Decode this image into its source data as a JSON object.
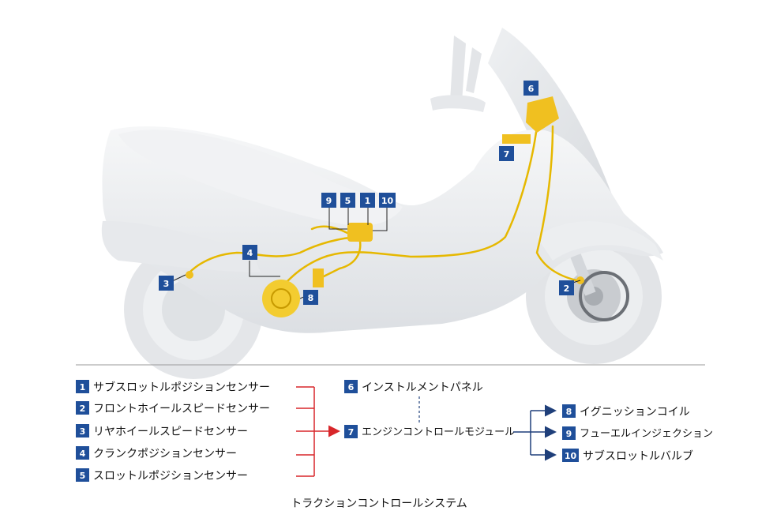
{
  "diagram": {
    "title": "トラクションコントロールシステム",
    "colors": {
      "badge": "#1f4f9a",
      "wire": "#e6b800",
      "arrow_red": "#d8262a",
      "arrow_navy": "#1f3f7a",
      "body": "#e9ebee"
    },
    "sensors": [
      {
        "num": "1",
        "label": "サブスロットルポジションセンサー"
      },
      {
        "num": "2",
        "label": "フロントホイールスピードセンサー"
      },
      {
        "num": "3",
        "label": "リヤホイールスピードセンサー"
      },
      {
        "num": "4",
        "label": "クランクポジションセンサー"
      },
      {
        "num": "5",
        "label": "スロットルポジションセンサー"
      }
    ],
    "panel": {
      "num": "6",
      "label": "インストルメントパネル"
    },
    "ecm": {
      "num": "7",
      "label": "エンジンコントロールモジュール"
    },
    "outputs": [
      {
        "num": "8",
        "label": "イグニッションコイル"
      },
      {
        "num": "9",
        "label": "フューエルインジェクション"
      },
      {
        "num": "10",
        "label": "サブスロットルバルブ"
      }
    ],
    "callouts": [
      "6",
      "7",
      "9",
      "5",
      "1",
      "10",
      "4",
      "3",
      "8",
      "2"
    ]
  }
}
